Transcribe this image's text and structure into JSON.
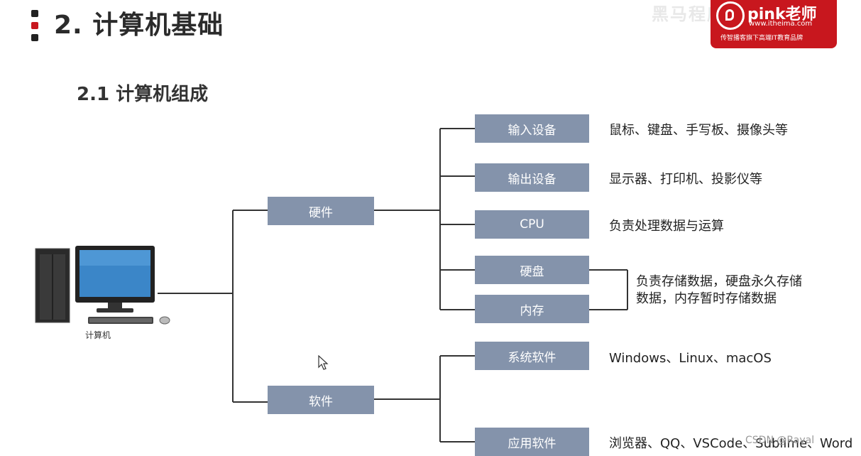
{
  "header": {
    "title": "2. 计算机基础",
    "brand_name": "pink老师",
    "brand_url": "www.itheima.com",
    "brand_tagline": "传智播客旗下高端IT教育品牌",
    "watermark": "黑马程序员 pink老师"
  },
  "section": {
    "subtitle": "2.1 计算机组成"
  },
  "diagram": {
    "root_label": "计算机",
    "hardware": {
      "label": "硬件",
      "input": {
        "label": "输入设备",
        "desc": "鼠标、键盘、手写板、摄像头等"
      },
      "output": {
        "label": "输出设备",
        "desc": "显示器、打印机、投影仪等"
      },
      "cpu": {
        "label": "CPU",
        "desc": "负责处理数据与运算"
      },
      "disk": {
        "label": "硬盘"
      },
      "memory": {
        "label": "内存"
      },
      "storage_desc": "负责存储数据，硬盘永久存储数据，内存暂时存储数据"
    },
    "software": {
      "label": "软件",
      "system": {
        "label": "系统软件",
        "desc": "Windows、Linux、macOS"
      },
      "application": {
        "label": "应用软件",
        "desc": "浏览器、QQ、VSCode、Sublime、Word"
      }
    }
  },
  "footer": {
    "watermark": "CSDN @Rayal"
  }
}
